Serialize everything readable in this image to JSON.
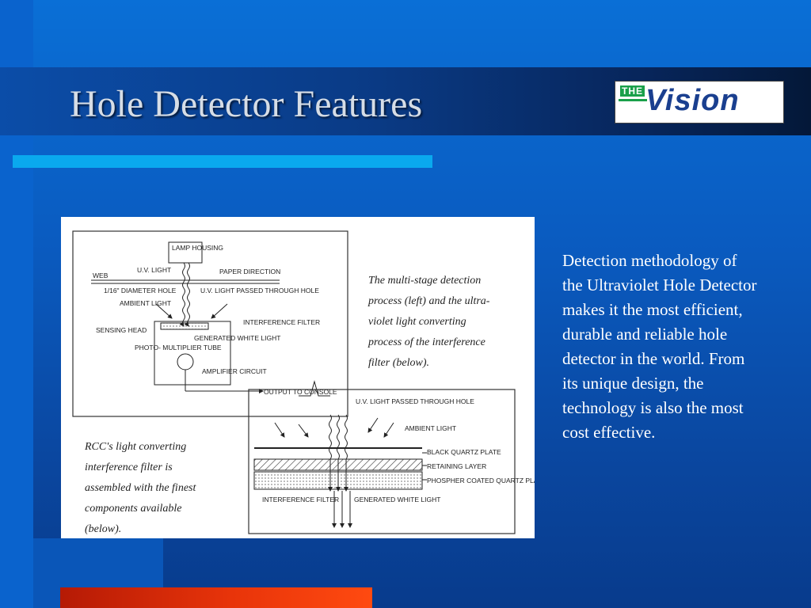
{
  "slide": {
    "title": "Hole Detector Features",
    "body": "Detection methodology of the Ultraviolet Hole Detector makes it the most efficient, durable and reliable hole detector in the world.  From its unique design, the technology is also the most cost effective."
  },
  "logo": {
    "small_text": "THE",
    "main_text": "Vision"
  },
  "figure": {
    "top_labels": {
      "lamp_housing": "LAMP HOUSING",
      "uv_light": "U.V. LIGHT",
      "paper_direction": "PAPER DIRECTION",
      "web": "WEB",
      "diameter_hole": "1/16\" DIAMETER HOLE",
      "uv_passed": "U.V. LIGHT PASSED THROUGH HOLE",
      "ambient_light": "AMBIENT LIGHT",
      "interference_filter": "INTERFERENCE FILTER",
      "sensing_head": "SENSING HEAD",
      "photo_multiplier": "PHOTO- MULTIPLIER TUBE",
      "generated_white": "GENERATED WHITE LIGHT",
      "amplifier_circuit": "AMPLIFIER CIRCUIT",
      "output_console": "OUTPUT TO CONSOLE"
    },
    "bottom_labels": {
      "uv_passed": "U.V. LIGHT PASSED THROUGH HOLE",
      "ambient_light": "AMBIENT LIGHT",
      "black_quartz": "BLACK QUARTZ PLATE",
      "retaining_layer": "RETAINING LAYER",
      "phospher": "PHOSPHER COATED QUARTZ PLATE",
      "interference_filter": "INTERFERENCE FILTER",
      "generated_white": "GENERATED WHITE LIGHT"
    },
    "caption_right": [
      "The multi-stage detection",
      "process (left) and the ultra-",
      "violet light converting",
      "process of the interference",
      "filter (below)."
    ],
    "caption_left": [
      "RCC's light converting",
      "interference filter is",
      "assembled with the finest",
      "components available",
      "(below)."
    ]
  },
  "colors": {
    "background": "#0a5bc0",
    "accent_bar": "#0aa9ee",
    "bottom_bar": "#e8340a",
    "title": "#d6dde6",
    "logo_blue": "#1a3f8f",
    "logo_green": "#1aa04a"
  }
}
